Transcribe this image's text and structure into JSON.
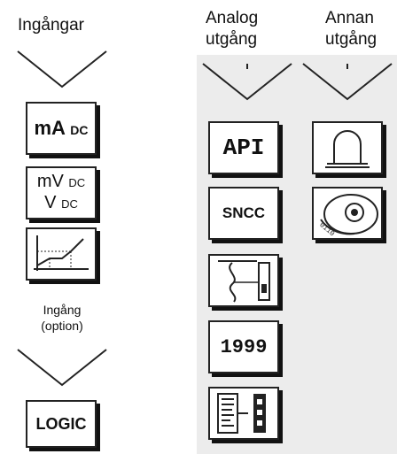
{
  "left": {
    "header": "Ingångar",
    "tiles": {
      "ma_dc": {
        "main": "mA",
        "sub": "DC"
      },
      "mv_dc": {
        "line1_main": "mV",
        "line1_sub": "DC",
        "line2_main": "V",
        "line2_sub": "DC"
      },
      "logic": "LOGIC"
    },
    "option_caption_1": "Ingång",
    "option_caption_2": "(option)"
  },
  "analog": {
    "header_1": "Analog",
    "header_2": "utgång",
    "tiles": {
      "api": "API",
      "sncc": "SNCC",
      "display_1999": "1999"
    }
  },
  "other": {
    "header_1": "Annan",
    "header_2": "utgång"
  }
}
